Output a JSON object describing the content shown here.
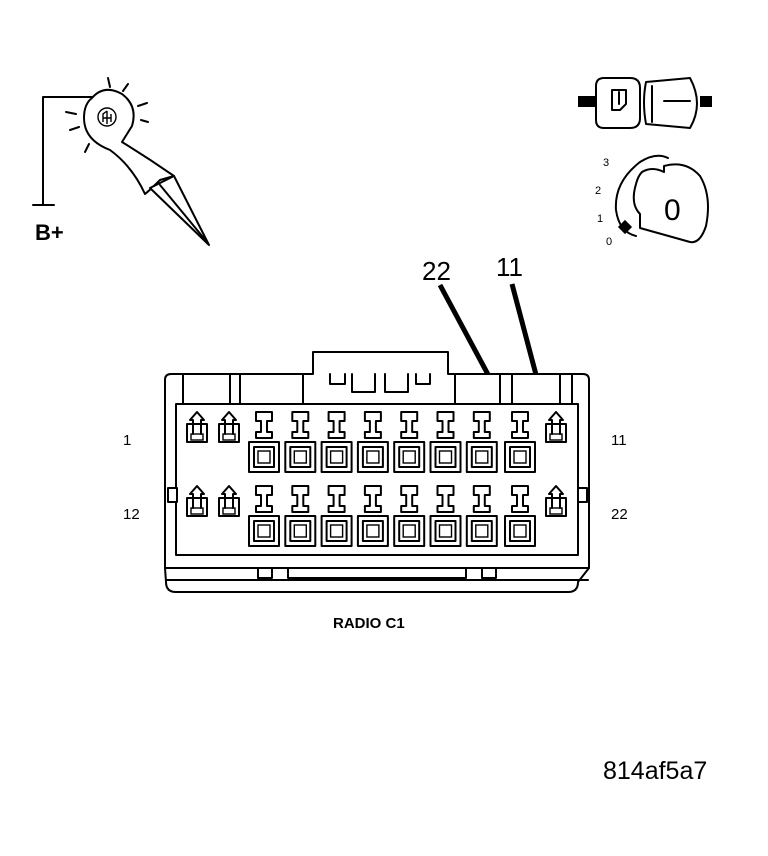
{
  "probe": {
    "supply_label": "B+"
  },
  "ignition": {
    "positions": [
      "3",
      "2",
      "1",
      "0"
    ],
    "key_label": "0",
    "selected_position": "0"
  },
  "connector": {
    "name": "RADIO C1",
    "row1_start": "1",
    "row1_end": "11",
    "row2_start": "12",
    "row2_end": "22",
    "pins_per_row": 11
  },
  "callouts": [
    {
      "label": "22"
    },
    {
      "label": "11"
    }
  ],
  "figure_code": "814af5a7"
}
